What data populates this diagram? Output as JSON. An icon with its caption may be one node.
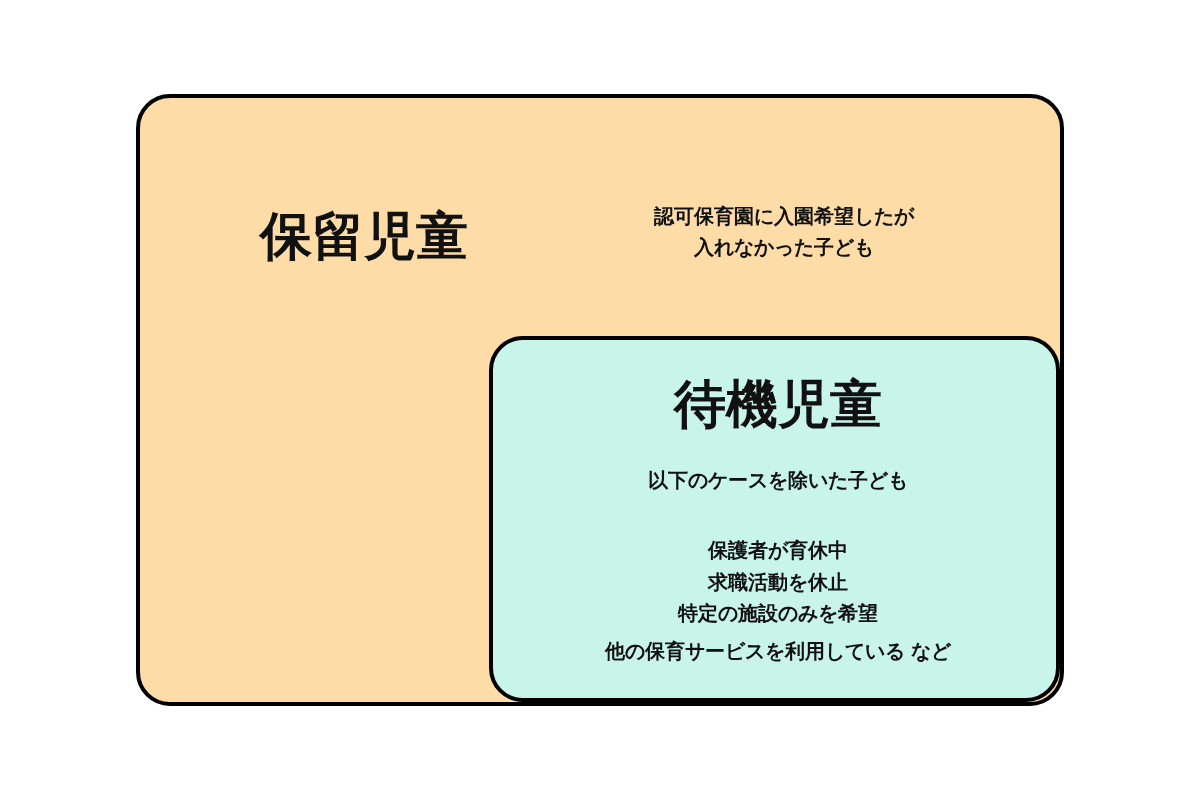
{
  "diagram": {
    "nodes": [
      {
        "text": [
          "保留児童",
          "認可保育園に入園希望したが入れなかった子ども"
        ]
      },
      {
        "text": [
          "待機児童",
          "以下のケースを除いた子ども",
          "保護者が育休中",
          "求職活動を休止",
          "特定の施設のみを希望",
          "他の保育サービスを利用している など"
        ],
        "in": 0
      }
    ]
  }
}
